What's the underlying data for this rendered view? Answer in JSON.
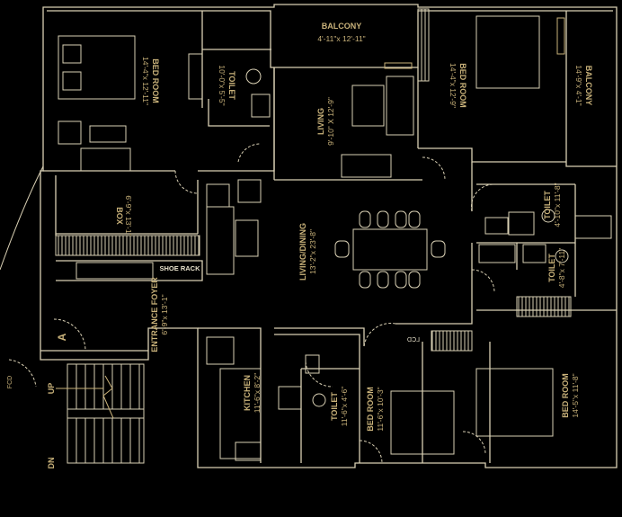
{
  "plan": {
    "line_color": "#d9d0b4",
    "label_color": "#c9b27a",
    "background": "#000000",
    "rooms": [
      {
        "name": "BED ROOM",
        "size": "14'-4\"x 12'-11\""
      },
      {
        "name": "TOILET",
        "size": "10'-0\"x 5'-5\""
      },
      {
        "name": "BALCONY",
        "size": "4'-11\"x 12'-11\""
      },
      {
        "name": "LIVING",
        "size": "9'-10\" X 12'-9\""
      },
      {
        "name": "BED ROOM",
        "size": "14'-4\"x 12'-9\""
      },
      {
        "name": "BALCONY",
        "size": "14'-9\"x 4'-1\""
      },
      {
        "name": "BOX",
        "size": "6'-9\"x 13'-1\""
      },
      {
        "name": "TOILET",
        "size": "4'-10\"x 11'-8\""
      },
      {
        "name": "LIVING/DINING",
        "size": "13'-2\"x 23'-8\""
      },
      {
        "name": "TOILET",
        "size": "4'-8\"x 7'-11\""
      },
      {
        "name": "ENTRANCE FOYER",
        "size": "6'-9\"x 13'-1\""
      },
      {
        "name": "KITCHEN",
        "size": "11'-6\"x 8'-2\""
      },
      {
        "name": "TOILET",
        "size": "11'-6\"x 4'-6\""
      },
      {
        "name": "BED ROOM",
        "size": "11'-6\"x 10'-3\""
      },
      {
        "name": "BED ROOM",
        "size": "14'-5\"x 11'-8\""
      }
    ],
    "tags": {
      "shoe_rack": "SHOE RACK",
      "entry_mark": "A",
      "fcd": "FCD",
      "up": "UP",
      "dn": "DN",
      "lcd": "LCD"
    }
  }
}
